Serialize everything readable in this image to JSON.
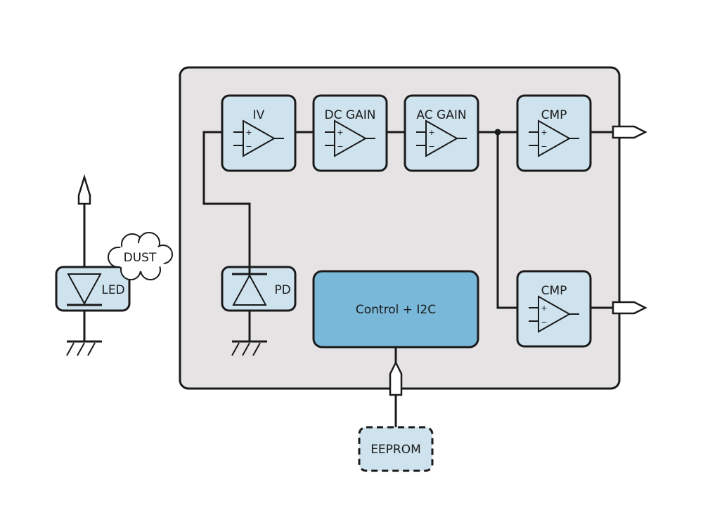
{
  "blocks": {
    "iv": "IV",
    "dc_gain": "DC GAIN",
    "ac_gain": "AC GAIN",
    "cmp_top": "CMP",
    "cmp_bottom": "CMP",
    "pd": "PD",
    "led": "LED",
    "control": "Control + I2C",
    "eeprom": "EEPROM",
    "dust": "DUST"
  },
  "opamp_signs": {
    "plus": "+",
    "minus": "−"
  },
  "colors": {
    "chip_fill": "#e6e3e5",
    "block_fill": "#cfe3ef",
    "control_fill": "#7ab8d9",
    "line": "#1a1a1a"
  }
}
